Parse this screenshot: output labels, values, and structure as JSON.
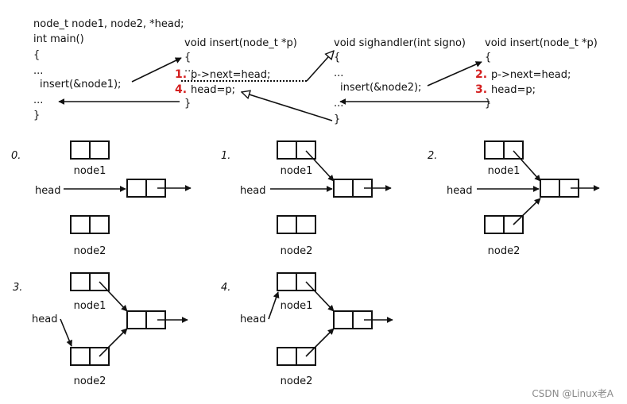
{
  "code": {
    "main": {
      "decl": "node_t node1, node2, *head;",
      "sig": "int main()",
      "open": "{",
      "dots1": "...",
      "call": "insert(&node1);",
      "dots2": "...",
      "close": "}"
    },
    "insert1": {
      "sig": "void insert(node_t *p)",
      "open": "{",
      "dots": "...",
      "line1": "p->next=head;",
      "line2": "head=p;",
      "close": "}"
    },
    "handler": {
      "sig": "void sighandler(int signo)",
      "open": "{",
      "dots1": "...",
      "call": "insert(&node2);",
      "dots2": "...",
      "close": "}"
    },
    "insert2": {
      "sig": "void insert(node_t *p)",
      "open": "{",
      "line1": "p->next=head;",
      "line2": "head=p;",
      "close": "}"
    },
    "markers": {
      "m1": "1.",
      "m4": "4.",
      "m2": "2.",
      "m3": "3."
    },
    "colors": {
      "marker": "#d42020",
      "ink": "#111111"
    }
  },
  "steps": [
    {
      "label": "0.",
      "node1": "node1",
      "node2": "node2",
      "head": "head"
    },
    {
      "label": "1.",
      "node1": "node1",
      "node2": "node2",
      "head": "head"
    },
    {
      "label": "2.",
      "node1": "node1",
      "node2": "node2",
      "head": "head"
    },
    {
      "label": "3.",
      "node1": "node1",
      "node2": "node2",
      "head": "head"
    },
    {
      "label": "4.",
      "node1": "node1",
      "node2": "node2",
      "head": "head"
    }
  ],
  "watermark": "CSDN @Linux老A"
}
